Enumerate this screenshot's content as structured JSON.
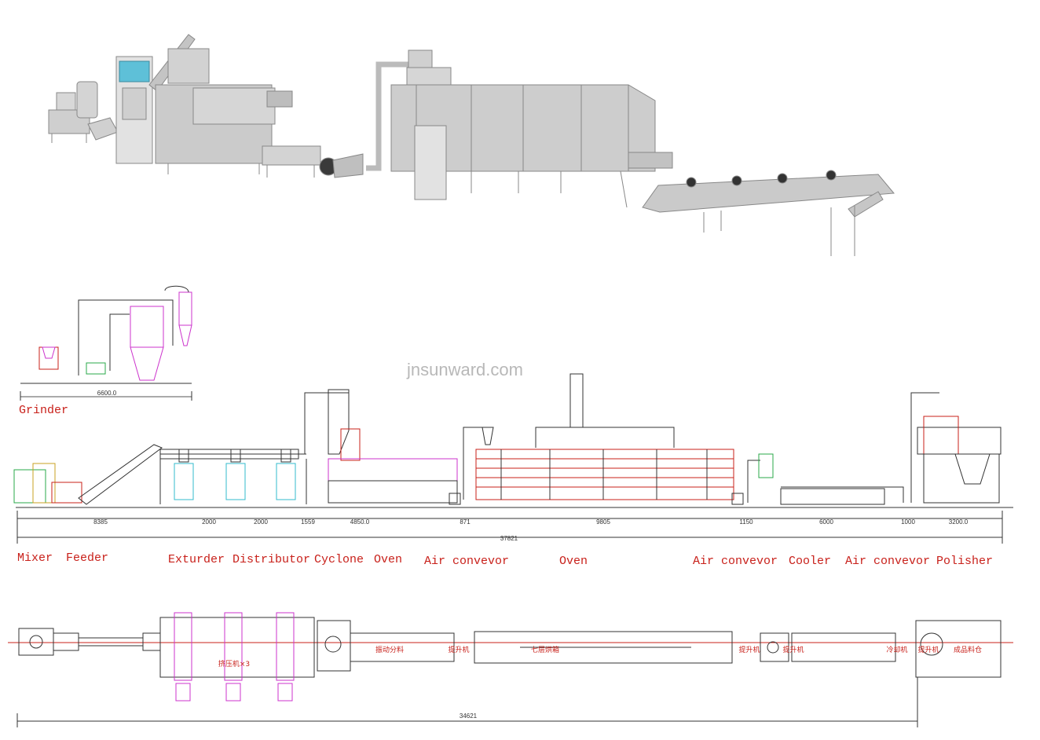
{
  "watermark": "jnsunward.com",
  "grinder": {
    "label": "Grinder",
    "dimension": "6600.0"
  },
  "side_view": {
    "labels": [
      "Mixer",
      "Feeder",
      "Exturder",
      "Distributor",
      "Cyclone",
      "Oven",
      "Air convevor",
      "Oven",
      "Air convevor",
      "Cooler",
      "Air convevor",
      "Polisher"
    ],
    "dimensions": [
      "8385",
      "2000",
      "2000",
      "1559",
      "4850.0",
      "871",
      "9805",
      "1150",
      "6000",
      "1000",
      "3200.0"
    ],
    "total": "37821"
  },
  "top_view": {
    "total": "34621",
    "cn_labels": [
      "挤压机×3",
      "振动分料",
      "提升机",
      "七层烘箱",
      "提升机",
      "提升机",
      "冷却机",
      "提升机",
      "成品料仓"
    ]
  },
  "colors": {
    "machine_gray": "#c9c9c9",
    "drawing_line": "#333333",
    "accent_red": "#c8201a",
    "extruder_magenta": "#cc33cc",
    "cyan": "#33bbcc"
  }
}
